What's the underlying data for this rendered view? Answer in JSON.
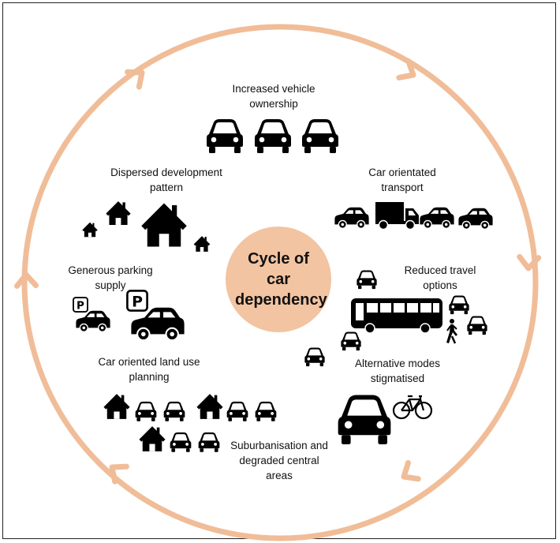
{
  "center": {
    "title": "Cycle of car dependency"
  },
  "stages": {
    "vehicle_ownership": "Increased vehicle ownership",
    "car_transport": "Car orientated transport",
    "reduced_options": "Reduced travel options",
    "alt_modes": "Alternative modes stigmatised",
    "suburbanisation": "Suburbanisation and degraded central areas",
    "land_use": "Car oriented land use planning",
    "parking": "Generous parking supply",
    "dispersed": "Dispersed development pattern"
  },
  "parking_sign_letter": "P",
  "colors": {
    "ring": "#f0bd98",
    "center_fill": "#f2c4a2",
    "icons": "#000000"
  },
  "icons": [
    "car-icon",
    "truck-icon",
    "bus-icon",
    "house-icon",
    "pedestrian-icon",
    "bicycle-icon",
    "parking-sign-icon",
    "arrow-head-icon"
  ]
}
